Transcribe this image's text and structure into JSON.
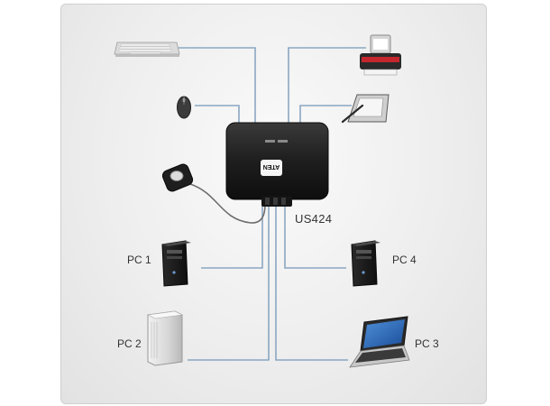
{
  "model": "US424",
  "pcs": [
    {
      "id": "pc1",
      "label": "PC 1"
    },
    {
      "id": "pc2",
      "label": "PC 2"
    },
    {
      "id": "pc3",
      "label": "PC 3"
    },
    {
      "id": "pc4",
      "label": "PC 4"
    }
  ],
  "hub_logo": "ATEN",
  "colors": {
    "cable": "#8aa7c2",
    "remote_cable": "#6e6e6e",
    "hub_body": "#1c1c1c",
    "panel_bg": "#ececec"
  },
  "icons": [
    "keyboard-icon",
    "mouse-icon",
    "printer-icon",
    "drawing-tablet-icon",
    "remote-button-icon",
    "tower-pc-icon",
    "silver-tower-pc-icon",
    "laptop-icon"
  ]
}
